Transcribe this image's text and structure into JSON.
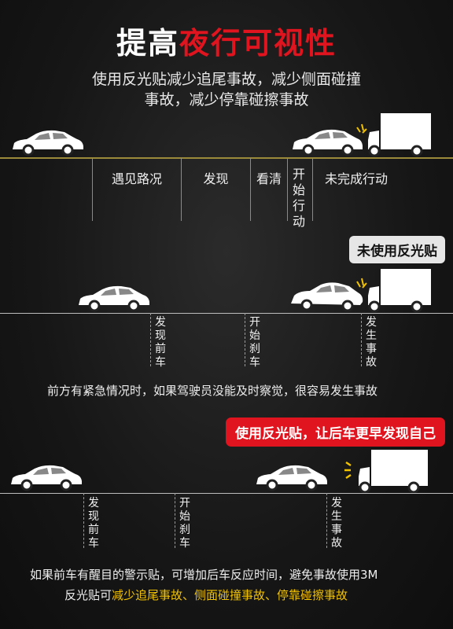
{
  "title": {
    "white": "提高",
    "red": "夜行可视性"
  },
  "subtitle": {
    "line1": "使用反光贴减少追尾事故，减少侧面碰撞",
    "line2": "事故，减少停靠碰擦事故"
  },
  "timeline": {
    "stages": [
      "遇见路况",
      "发现",
      "看清",
      "开始行动",
      "未完成行动"
    ]
  },
  "section_no_reflective": {
    "badge": "未使用反光贴",
    "marks": [
      "发现前车",
      "开始刹车",
      "发生事故"
    ],
    "caption": "前方有紧急情况时，如果驾驶员没能及时察觉，很容易发生事故"
  },
  "section_reflective": {
    "badge": "使用反光贴，让后车更早发现自己",
    "marks": [
      "发现前车",
      "开始刹车",
      "发生事故"
    ],
    "caption_line1": "如果前车有醒目的警示贴，可增加后车反应时间，避免事故使用3M",
    "caption_line2_prefix": "反光贴可",
    "caption_line2_highlight": "减少追尾事故、侧面碰撞事故、停靠碰擦事故"
  },
  "colors": {
    "accent": "#e0141e",
    "highlight": "#f2c200",
    "background": "#141414"
  }
}
